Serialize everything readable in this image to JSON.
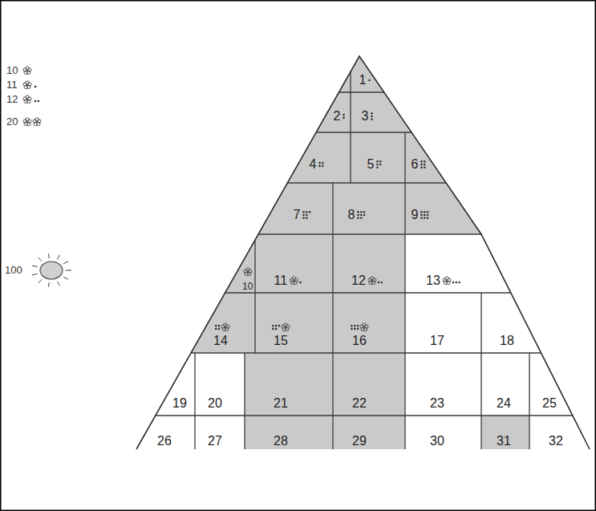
{
  "diagram": {
    "nodes": [
      {
        "text": [
          "1"
        ]
      },
      {
        "text": [
          "2"
        ]
      },
      {
        "text": [
          "3"
        ]
      },
      {
        "text": [
          "4"
        ]
      },
      {
        "text": [
          "5"
        ]
      },
      {
        "text": [
          "6"
        ]
      },
      {
        "text": [
          "7"
        ]
      },
      {
        "text": [
          "8"
        ]
      },
      {
        "text": [
          "9"
        ]
      },
      {
        "text": [
          "10"
        ]
      },
      {
        "text": [
          "11"
        ]
      },
      {
        "text": [
          "12"
        ]
      },
      {
        "text": [
          "13"
        ]
      },
      {
        "text": [
          "14"
        ]
      },
      {
        "text": [
          "15"
        ]
      },
      {
        "text": [
          "16"
        ]
      },
      {
        "text": [
          "17"
        ]
      },
      {
        "text": [
          "18"
        ]
      },
      {
        "text": [
          "19"
        ]
      },
      {
        "text": [
          "20"
        ]
      },
      {
        "text": [
          "21"
        ]
      },
      {
        "text": [
          "22"
        ]
      },
      {
        "text": [
          "23"
        ]
      },
      {
        "text": [
          "24"
        ]
      },
      {
        "text": [
          "25"
        ]
      },
      {
        "text": [
          "26"
        ]
      },
      {
        "text": [
          "27"
        ]
      },
      {
        "text": [
          "28"
        ]
      },
      {
        "text": [
          "29"
        ]
      },
      {
        "text": [
          "30"
        ]
      },
      {
        "text": [
          "31"
        ]
      },
      {
        "text": [
          "32"
        ]
      }
    ],
    "labels": [
      "10",
      "11",
      "12",
      "20",
      "100"
    ]
  }
}
